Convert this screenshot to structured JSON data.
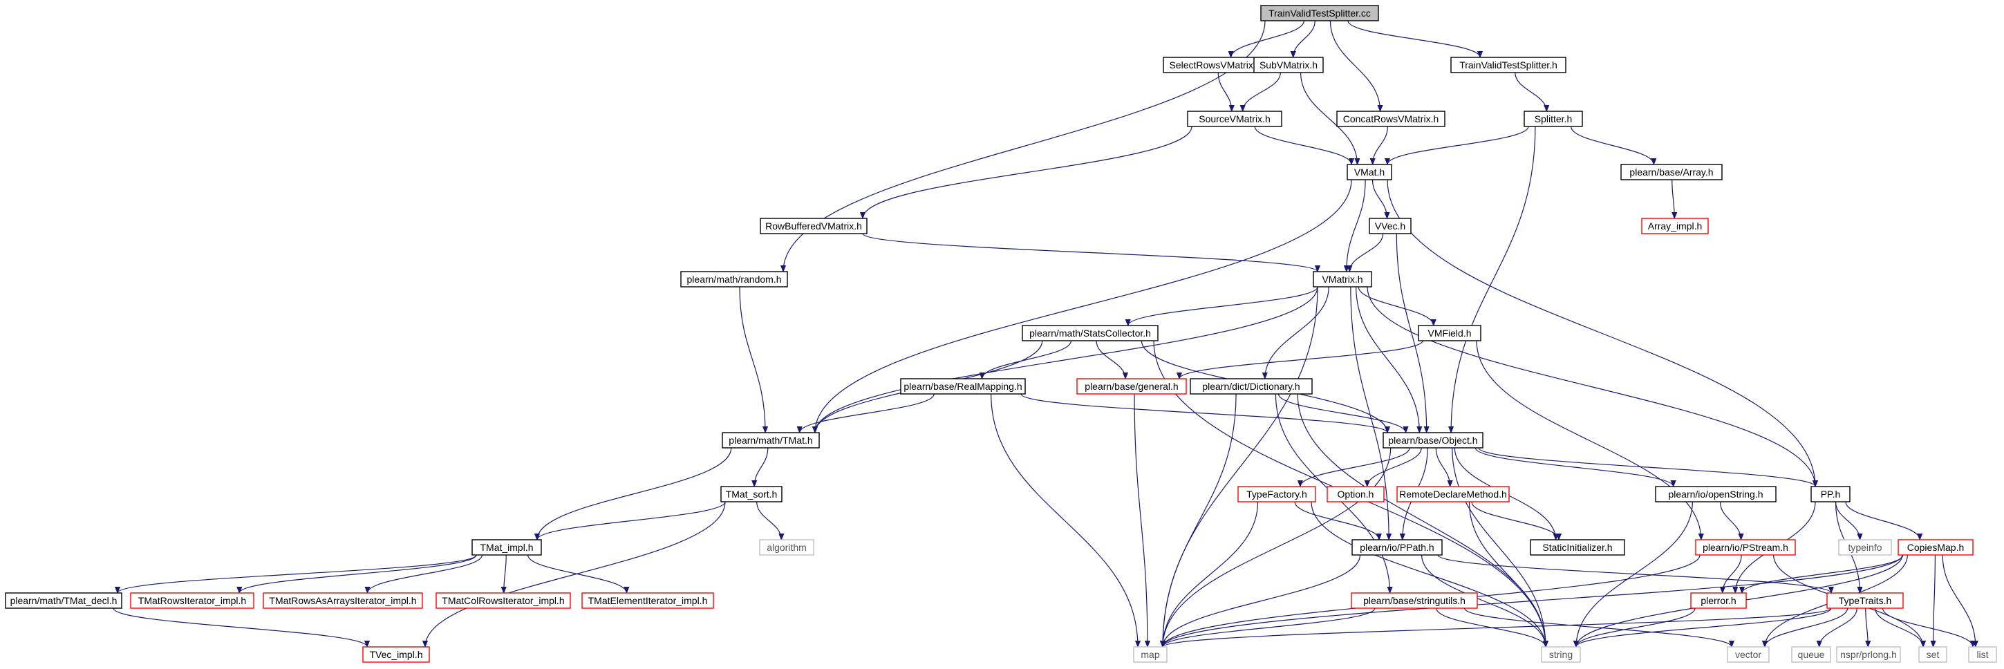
{
  "diagram": {
    "type": "include-dependency-graph",
    "colors": {
      "edge": "#191970",
      "root_fill": "#bfbfbf",
      "normal_border": "#000000",
      "incomplete_border": "#ff0000",
      "system_border": "#bfbfbf"
    },
    "nodes": [
      {
        "id": "root",
        "label": "TrainValidTestSplitter.cc",
        "kind": "root"
      },
      {
        "id": "selectrows",
        "label": "SelectRowsVMatrix.h",
        "kind": "normal"
      },
      {
        "id": "subvmatrix",
        "label": "SubVMatrix.h",
        "kind": "normal"
      },
      {
        "id": "concatrows",
        "label": "ConcatRowsVMatrix.h",
        "kind": "normal"
      },
      {
        "id": "tvts_h",
        "label": "TrainValidTestSplitter.h",
        "kind": "normal"
      },
      {
        "id": "sourcevmatrix",
        "label": "SourceVMatrix.h",
        "kind": "normal"
      },
      {
        "id": "splitter",
        "label": "Splitter.h",
        "kind": "normal"
      },
      {
        "id": "vmat",
        "label": "VMat.h",
        "kind": "normal"
      },
      {
        "id": "array",
        "label": "plearn/base/Array.h",
        "kind": "normal"
      },
      {
        "id": "array_impl",
        "label": "Array_impl.h",
        "kind": "incomplete"
      },
      {
        "id": "rowbuffered",
        "label": "RowBufferedVMatrix.h",
        "kind": "normal"
      },
      {
        "id": "vvec",
        "label": "VVec.h",
        "kind": "normal"
      },
      {
        "id": "random",
        "label": "plearn/math/random.h",
        "kind": "normal"
      },
      {
        "id": "vmatrix",
        "label": "VMatrix.h",
        "kind": "normal"
      },
      {
        "id": "statscollector",
        "label": "plearn/math/StatsCollector.h",
        "kind": "normal"
      },
      {
        "id": "vmfield",
        "label": "VMField.h",
        "kind": "normal"
      },
      {
        "id": "realmapping",
        "label": "plearn/base/RealMapping.h",
        "kind": "normal"
      },
      {
        "id": "general",
        "label": "plearn/base/general.h",
        "kind": "incomplete"
      },
      {
        "id": "dictionary",
        "label": "plearn/dict/Dictionary.h",
        "kind": "normal"
      },
      {
        "id": "tmat",
        "label": "plearn/math/TMat.h",
        "kind": "normal"
      },
      {
        "id": "object",
        "label": "plearn/base/Object.h",
        "kind": "normal"
      },
      {
        "id": "tmat_sort",
        "label": "TMat_sort.h",
        "kind": "normal"
      },
      {
        "id": "typefactory",
        "label": "TypeFactory.h",
        "kind": "incomplete"
      },
      {
        "id": "option",
        "label": "Option.h",
        "kind": "incomplete"
      },
      {
        "id": "remotedeclare",
        "label": "RemoteDeclareMethod.h",
        "kind": "incomplete"
      },
      {
        "id": "openstring",
        "label": "plearn/io/openString.h",
        "kind": "normal"
      },
      {
        "id": "pp",
        "label": "PP.h",
        "kind": "normal"
      },
      {
        "id": "algorithm",
        "label": "algorithm",
        "kind": "system"
      },
      {
        "id": "tmat_impl",
        "label": "TMat_impl.h",
        "kind": "normal"
      },
      {
        "id": "ppath",
        "label": "plearn/io/PPath.h",
        "kind": "normal"
      },
      {
        "id": "staticinit",
        "label": "StaticInitializer.h",
        "kind": "normal"
      },
      {
        "id": "pstream",
        "label": "plearn/io/PStream.h",
        "kind": "incomplete"
      },
      {
        "id": "typeinfo",
        "label": "typeinfo",
        "kind": "system"
      },
      {
        "id": "copiesmap",
        "label": "CopiesMap.h",
        "kind": "incomplete"
      },
      {
        "id": "tmat_decl",
        "label": "plearn/math/TMat_decl.h",
        "kind": "normal"
      },
      {
        "id": "tmatrowsiter",
        "label": "TMatRowsIterator_impl.h",
        "kind": "incomplete"
      },
      {
        "id": "tmatrowsarrays",
        "label": "TMatRowsAsArraysIterator_impl.h",
        "kind": "incomplete"
      },
      {
        "id": "tmatcolrows",
        "label": "TMatColRowsIterator_impl.h",
        "kind": "incomplete"
      },
      {
        "id": "tmatelement",
        "label": "TMatElementIterator_impl.h",
        "kind": "incomplete"
      },
      {
        "id": "stringutils",
        "label": "plearn/base/stringutils.h",
        "kind": "incomplete"
      },
      {
        "id": "plerror",
        "label": "plerror.h",
        "kind": "incomplete"
      },
      {
        "id": "typetraits",
        "label": "TypeTraits.h",
        "kind": "incomplete"
      },
      {
        "id": "tvec_impl",
        "label": "TVec_impl.h",
        "kind": "incomplete"
      },
      {
        "id": "map",
        "label": "map",
        "kind": "system"
      },
      {
        "id": "string",
        "label": "string",
        "kind": "system"
      },
      {
        "id": "vector",
        "label": "vector",
        "kind": "system"
      },
      {
        "id": "queue",
        "label": "queue",
        "kind": "system"
      },
      {
        "id": "nsprlong",
        "label": "nspr/prlong.h",
        "kind": "system"
      },
      {
        "id": "set",
        "label": "set",
        "kind": "system"
      },
      {
        "id": "list",
        "label": "list",
        "kind": "system"
      }
    ],
    "edges": [
      [
        "root",
        "random"
      ],
      [
        "root",
        "selectrows"
      ],
      [
        "root",
        "subvmatrix"
      ],
      [
        "root",
        "concatrows"
      ],
      [
        "root",
        "tvts_h"
      ],
      [
        "selectrows",
        "sourcevmatrix"
      ],
      [
        "subvmatrix",
        "sourcevmatrix"
      ],
      [
        "subvmatrix",
        "vmat"
      ],
      [
        "concatrows",
        "vmat"
      ],
      [
        "tvts_h",
        "splitter"
      ],
      [
        "sourcevmatrix",
        "rowbuffered"
      ],
      [
        "sourcevmatrix",
        "vmat"
      ],
      [
        "splitter",
        "vmat"
      ],
      [
        "splitter",
        "array"
      ],
      [
        "splitter",
        "object"
      ],
      [
        "array",
        "array_impl"
      ],
      [
        "vmat",
        "vvec"
      ],
      [
        "vmat",
        "vmatrix"
      ],
      [
        "vmat",
        "tmat"
      ],
      [
        "vmat",
        "pp"
      ],
      [
        "vvec",
        "vmatrix"
      ],
      [
        "vvec",
        "object"
      ],
      [
        "rowbuffered",
        "vmatrix"
      ],
      [
        "random",
        "tmat"
      ],
      [
        "vmatrix",
        "statscollector"
      ],
      [
        "vmatrix",
        "vmfield"
      ],
      [
        "vmatrix",
        "dictionary"
      ],
      [
        "vmatrix",
        "object"
      ],
      [
        "vmatrix",
        "tmat"
      ],
      [
        "vmatrix",
        "ppath"
      ],
      [
        "vmatrix",
        "map"
      ],
      [
        "vmatrix",
        "pp"
      ],
      [
        "statscollector",
        "realmapping"
      ],
      [
        "statscollector",
        "general"
      ],
      [
        "statscollector",
        "tmat"
      ],
      [
        "statscollector",
        "object"
      ],
      [
        "statscollector",
        "string"
      ],
      [
        "vmfield",
        "general"
      ],
      [
        "vmfield",
        "pstream"
      ],
      [
        "realmapping",
        "tmat"
      ],
      [
        "realmapping",
        "object"
      ],
      [
        "realmapping",
        "map"
      ],
      [
        "general",
        "map"
      ],
      [
        "dictionary",
        "object"
      ],
      [
        "dictionary",
        "map"
      ],
      [
        "dictionary",
        "stringutils"
      ],
      [
        "dictionary",
        "string"
      ],
      [
        "tmat",
        "tmat_sort"
      ],
      [
        "tmat",
        "tmat_impl"
      ],
      [
        "object",
        "typefactory"
      ],
      [
        "object",
        "option"
      ],
      [
        "object",
        "remotedeclare"
      ],
      [
        "object",
        "openstring"
      ],
      [
        "object",
        "ppath"
      ],
      [
        "object",
        "staticinit"
      ],
      [
        "object",
        "pp"
      ],
      [
        "object",
        "map"
      ],
      [
        "object",
        "string"
      ],
      [
        "tmat_sort",
        "algorithm"
      ],
      [
        "tmat_sort",
        "tmat_impl"
      ],
      [
        "tmat_sort",
        "tvec_impl"
      ],
      [
        "tmat_impl",
        "tmat_decl"
      ],
      [
        "tmat_impl",
        "tmatrowsiter"
      ],
      [
        "tmat_impl",
        "tmatrowsarrays"
      ],
      [
        "tmat_impl",
        "tmatcolrows"
      ],
      [
        "tmat_impl",
        "tmatelement"
      ],
      [
        "tmat_decl",
        "tvec_impl"
      ],
      [
        "typefactory",
        "ppath"
      ],
      [
        "typefactory",
        "map"
      ],
      [
        "typefactory",
        "string"
      ],
      [
        "remotedeclare",
        "staticinit"
      ],
      [
        "remotedeclare",
        "string"
      ],
      [
        "openstring",
        "pstream"
      ],
      [
        "openstring",
        "string"
      ],
      [
        "ppath",
        "map"
      ],
      [
        "ppath",
        "string"
      ],
      [
        "ppath",
        "typetraits"
      ],
      [
        "pp",
        "typeinfo"
      ],
      [
        "pp",
        "copiesmap"
      ],
      [
        "pp",
        "plerror"
      ],
      [
        "pp",
        "typetraits"
      ],
      [
        "pstream",
        "map"
      ],
      [
        "pstream",
        "plerror"
      ],
      [
        "pstream",
        "set"
      ],
      [
        "copiesmap",
        "map"
      ],
      [
        "copiesmap",
        "set"
      ],
      [
        "copiesmap",
        "list"
      ],
      [
        "copiesmap",
        "plerror"
      ],
      [
        "copiesmap",
        "vector"
      ],
      [
        "copiesmap",
        "string"
      ],
      [
        "stringutils",
        "map"
      ],
      [
        "stringutils",
        "string"
      ],
      [
        "stringutils",
        "vector"
      ],
      [
        "plerror",
        "string"
      ],
      [
        "typetraits",
        "string"
      ],
      [
        "typetraits",
        "vector"
      ],
      [
        "typetraits",
        "list"
      ],
      [
        "typetraits",
        "map"
      ],
      [
        "typetraits",
        "set"
      ],
      [
        "typetraits",
        "queue"
      ],
      [
        "typetraits",
        "nsprlong"
      ]
    ]
  }
}
